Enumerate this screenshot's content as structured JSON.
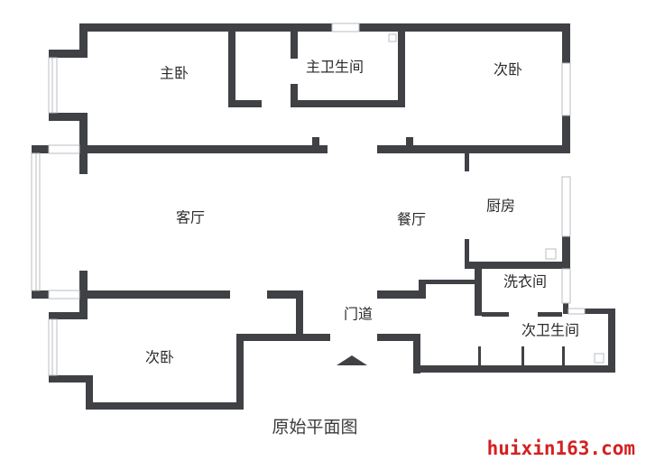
{
  "plan": {
    "title": "原始平面图",
    "rooms": {
      "master_bedroom": "主卧",
      "master_bath": "主卫生间",
      "second_bedroom_top": "次卧",
      "living_room": "客厅",
      "dining_room": "餐厅",
      "kitchen": "厨房",
      "laundry": "洗衣间",
      "entrance": "门道",
      "second_bedroom_bottom": "次卧",
      "second_bath": "次卫生间"
    }
  },
  "watermark": "huixin163.com",
  "colors": {
    "wall": "#3f4145",
    "watermark": "#d42020"
  }
}
